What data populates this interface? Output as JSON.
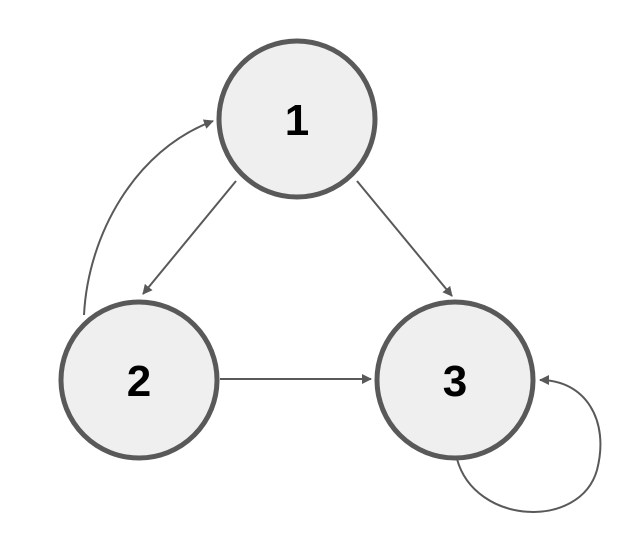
{
  "colors": {
    "node_fill": "#efefef",
    "node_stroke": "#595959",
    "edge": "#595959",
    "label": "#000000"
  },
  "nodes": [
    {
      "id": "1",
      "label": "1"
    },
    {
      "id": "2",
      "label": "2"
    },
    {
      "id": "3",
      "label": "3"
    }
  ],
  "edges": [
    {
      "from": "1",
      "to": "2"
    },
    {
      "from": "1",
      "to": "3"
    },
    {
      "from": "2",
      "to": "3"
    },
    {
      "from": "2",
      "to": "1"
    },
    {
      "from": "3",
      "to": "3"
    }
  ]
}
